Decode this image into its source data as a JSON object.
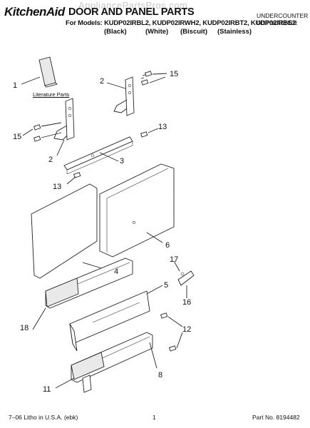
{
  "header": {
    "watermark": "AppliancePartsPros.com",
    "brand": "KitchenAid",
    "title": "DOOR AND PANEL PARTS",
    "models": "For Models: KUDP02IRBL2, KUDP02IRWH2, KUDP02IRBT2, KUDP02IRBS2",
    "colors": [
      "(Black)",
      "(White)",
      "(Biscuit)",
      "(Stainless)"
    ],
    "category_line1": "UNDERCOUNTER",
    "category_line2": "DISHWASHER"
  },
  "literature_label": "Literature Parts",
  "callouts": [
    {
      "id": "c1",
      "label": "1"
    },
    {
      "id": "c2a",
      "label": "2"
    },
    {
      "id": "c2b",
      "label": "2"
    },
    {
      "id": "c3",
      "label": "3"
    },
    {
      "id": "c4",
      "label": "4"
    },
    {
      "id": "c5",
      "label": "5"
    },
    {
      "id": "c6",
      "label": "6"
    },
    {
      "id": "c8",
      "label": "8"
    },
    {
      "id": "c11",
      "label": "11"
    },
    {
      "id": "c12",
      "label": "12"
    },
    {
      "id": "c13a",
      "label": "13"
    },
    {
      "id": "c13b",
      "label": "13"
    },
    {
      "id": "c15a",
      "label": "15"
    },
    {
      "id": "c15b",
      "label": "15"
    },
    {
      "id": "c16",
      "label": "16"
    },
    {
      "id": "c17",
      "label": "17"
    },
    {
      "id": "c18",
      "label": "18"
    }
  ],
  "footer": {
    "left": "7–06 Litho in U.S.A. (ebk)",
    "page": "1",
    "part_no": "Part No. 8194482"
  }
}
